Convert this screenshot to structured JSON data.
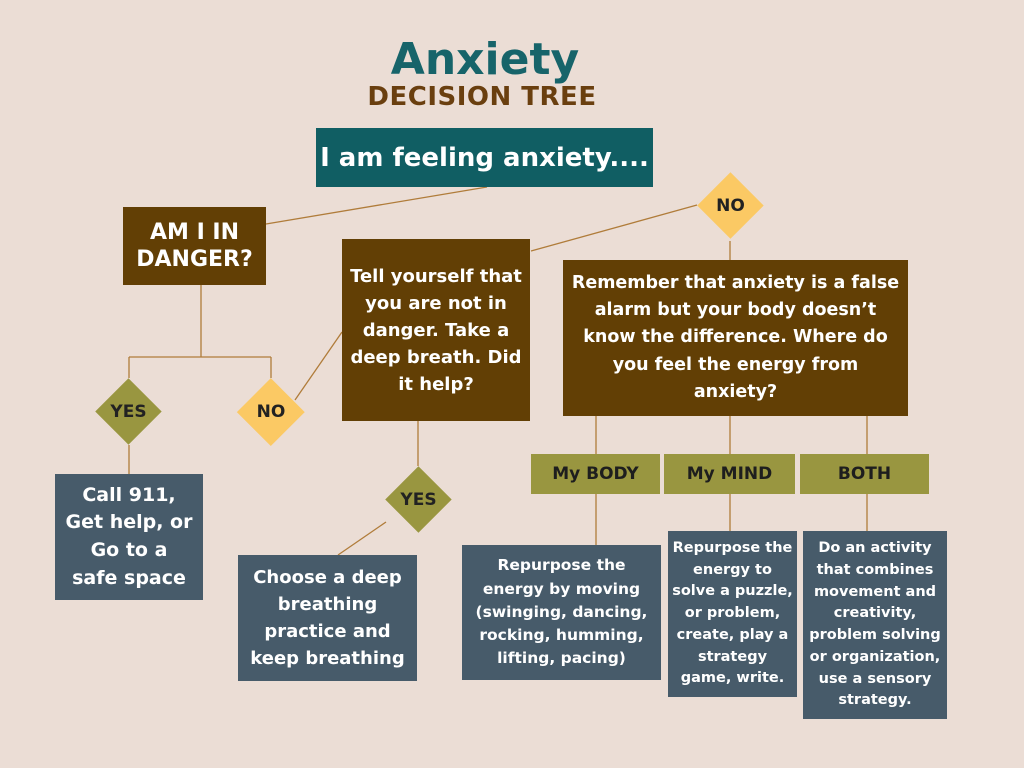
{
  "header": {
    "title": "Anxiety",
    "subtitle": "DECISION TREE"
  },
  "nodes": {
    "start": "I am feeling anxiety....",
    "danger_question": "AM I IN DANGER?",
    "danger_yes": "YES",
    "danger_no": "NO",
    "call_help": "Call 911, Get help, or Go to a safe space",
    "tell_yourself": "Tell yourself that you are not in danger. Take a deep breath. Did it help?",
    "helped_yes": "YES",
    "helped_no": "NO",
    "deep_breathing": "Choose a deep breathing practice and keep breathing",
    "false_alarm": "Remember that anxiety is a false alarm but your body doesn’t know the difference. Where do you feel the energy from anxiety?",
    "option_body": "My BODY",
    "option_mind": "My MIND",
    "option_both": "BOTH",
    "body_action": "Repurpose the energy by moving (swinging, dancing, rocking, humming, lifting, pacing)",
    "mind_action": "Repurpose the energy to solve a puzzle, or problem, create, play a strategy game, write.",
    "both_action": "Do an activity that combines movement and creativity, problem solving or organization, use a sensory strategy."
  },
  "colors": {
    "background": "#ebddd5",
    "teal": "#105e63",
    "brown": "#623f05",
    "slate": "#475b6a",
    "olive": "#999640",
    "yellow": "#fbc964",
    "connector": "#b07c3a"
  }
}
